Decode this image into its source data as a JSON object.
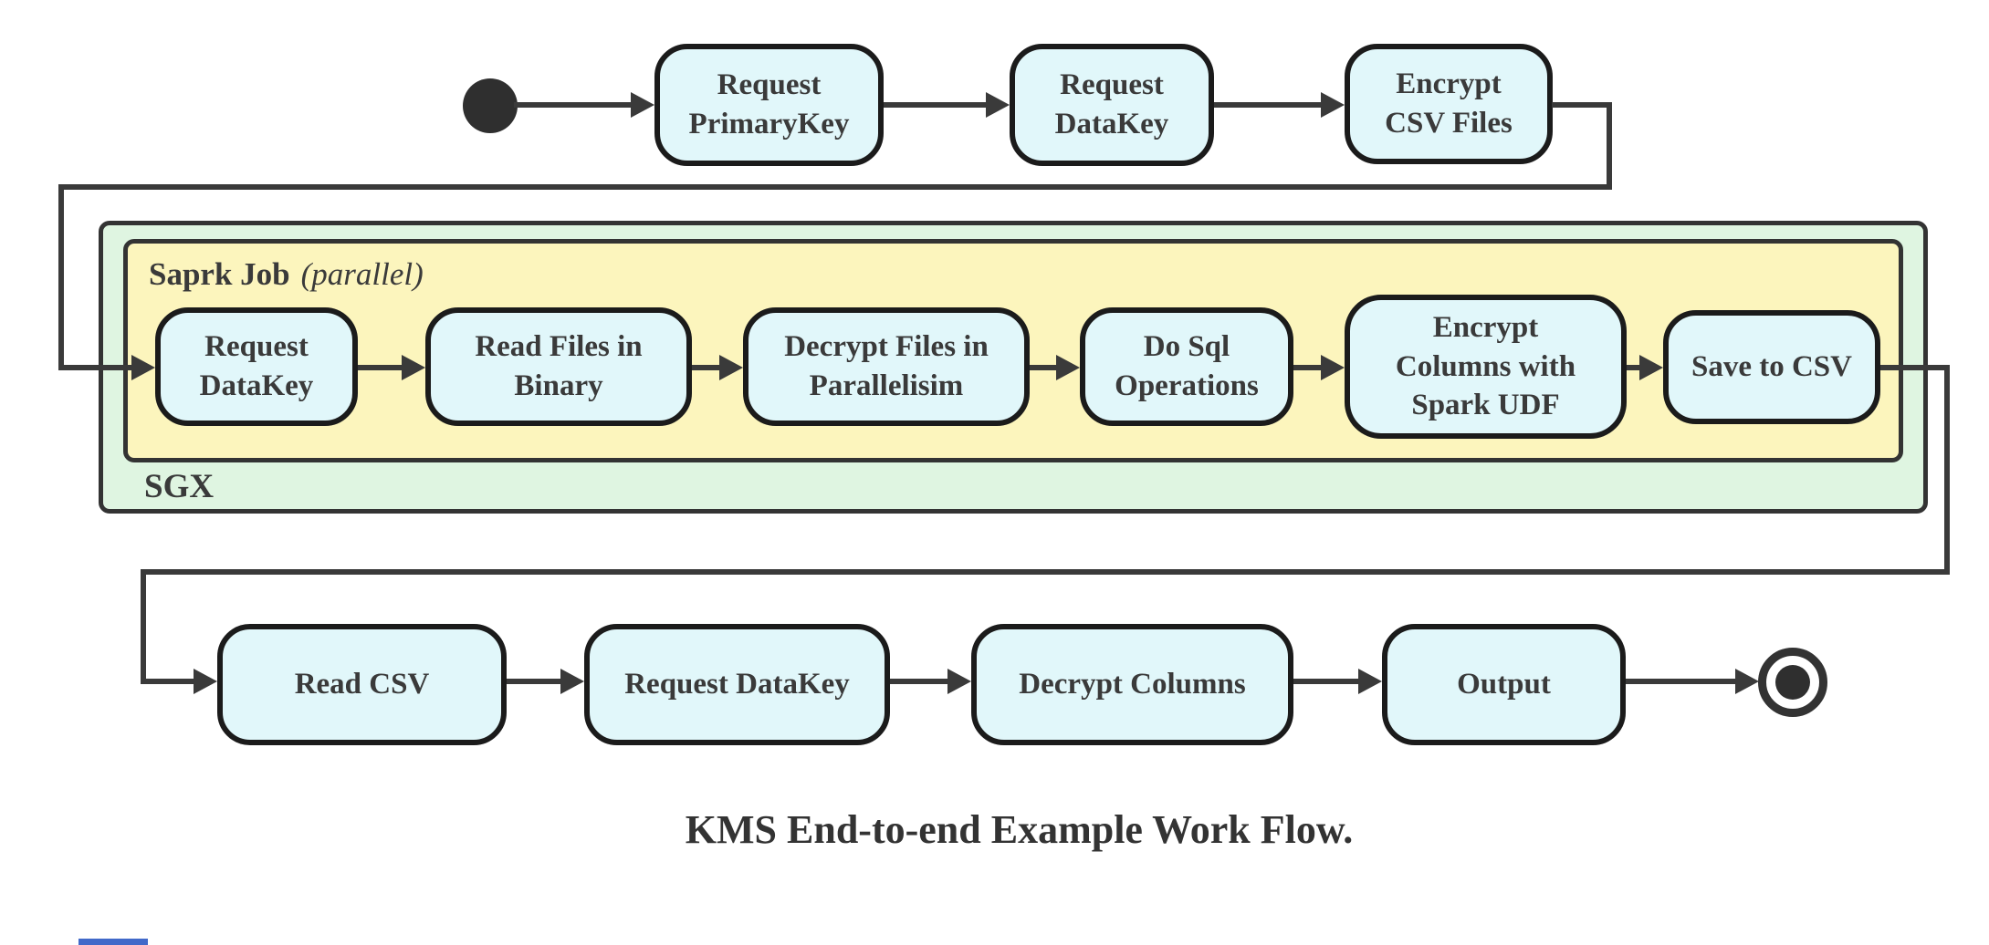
{
  "diagram": {
    "caption": "KMS End-to-end Example Work Flow.",
    "top_row": {
      "nodes": [
        "Request\nPrimaryKey",
        "Request\nDataKey",
        "Encrypt\nCSV Files"
      ]
    },
    "sgx_group": {
      "label": "SGX",
      "spark_group": {
        "label_bold": "Saprk Job",
        "label_italic": "(parallel)"
      },
      "nodes": [
        "Request\nDataKey",
        "Read Files in\nBinary",
        "Decrypt Files in\nParallelisim",
        "Do Sql\nOperations",
        "Encrypt\nColumns with\nSpark UDF",
        "Save to CSV"
      ]
    },
    "bottom_row": {
      "nodes": [
        "Read CSV",
        "Request DataKey",
        "Decrypt Columns",
        "Output"
      ]
    },
    "colors": {
      "node_fill": "#e1f7fa",
      "node_border": "#1b1b1b",
      "sgx_fill": "#dff5e1",
      "spark_fill": "#fcf5bd",
      "container_border": "#333333",
      "edge": "#3a3a3a",
      "text": "#3a3a3a",
      "start_end_node": "#2f2f2f"
    }
  }
}
